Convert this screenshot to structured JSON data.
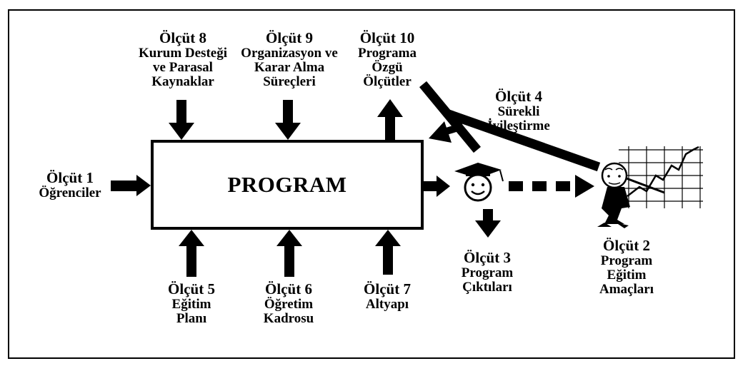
{
  "center": {
    "label": "PROGRAM"
  },
  "criteria": {
    "c1": {
      "title": "Ölçüt 1",
      "lines": [
        "Öğrenciler"
      ]
    },
    "c2": {
      "title": "Ölçüt 2",
      "lines": [
        "Program",
        "Eğitim",
        "Amaçları"
      ]
    },
    "c3": {
      "title": "Ölçüt 3",
      "lines": [
        "Program",
        "Çıktıları"
      ]
    },
    "c4": {
      "title": "Ölçüt 4",
      "lines": [
        "Sürekli",
        "İyileştirme"
      ]
    },
    "c5": {
      "title": "Ölçüt 5",
      "lines": [
        "Eğitim",
        "Planı"
      ]
    },
    "c6": {
      "title": "Ölçüt 6",
      "lines": [
        "Öğretim",
        "Kadrosu"
      ]
    },
    "c7": {
      "title": "Ölçüt 7",
      "lines": [
        "Altyapı"
      ]
    },
    "c8": {
      "title": "Ölçüt 8",
      "lines": [
        "Kurum Desteği",
        "ve Parasal",
        "Kaynaklar"
      ]
    },
    "c9": {
      "title": "Ölçüt 9",
      "lines": [
        "Organizasyon ve",
        "Karar Alma",
        "Süreçleri"
      ]
    },
    "c10": {
      "title": "Ölçüt 10",
      "lines": [
        "Programa",
        "Özgü",
        "Ölçütler"
      ]
    }
  }
}
